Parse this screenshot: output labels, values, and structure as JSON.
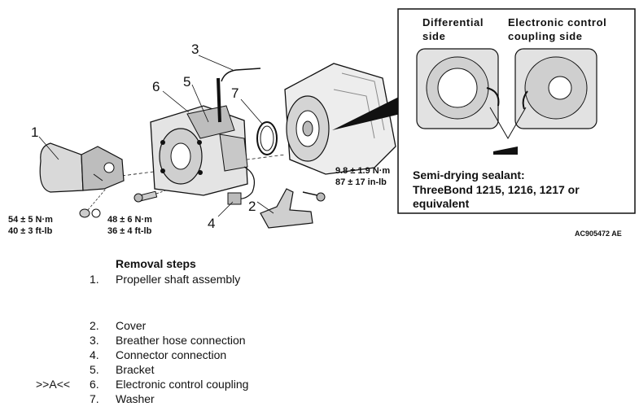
{
  "callouts": {
    "n1": "1",
    "n2": "2",
    "n3": "3",
    "n4": "4",
    "n5": "5",
    "n6": "6",
    "n7": "7"
  },
  "torques": {
    "t1_line1": "54 ± 5 N·m",
    "t1_line2": "40 ± 3 ft-lb",
    "t2_line1": "48 ± 6 N·m",
    "t2_line2": "36 ± 4 ft-lb",
    "t3_line1": "9.8 ± 1.9 N·m",
    "t3_line2": "87 ± 17 in-lb"
  },
  "inset": {
    "diff_line1": "Differential",
    "diff_line2": "side",
    "ecc_line1": "Electronic control",
    "ecc_line2": "coupling side",
    "sealant_line1": "Semi-drying sealant:",
    "sealant_line2": "ThreeBond 1215, 1216, 1217 or",
    "sealant_line3": "equivalent"
  },
  "figure_code": "AC905472 AE",
  "removal": {
    "title": "Removal steps",
    "steps": [
      {
        "mark": "",
        "index": "1.",
        "label": "Propeller shaft assembly"
      },
      {
        "mark": "",
        "index": "2.",
        "label": "Cover"
      },
      {
        "mark": "",
        "index": "3.",
        "label": "Breather hose connection"
      },
      {
        "mark": "",
        "index": "4.",
        "label": "Connector connection"
      },
      {
        "mark": "",
        "index": "5.",
        "label": "Bracket"
      },
      {
        "mark": ">>A<<",
        "index": "6.",
        "label": "Electronic control coupling"
      },
      {
        "mark": "",
        "index": "7.",
        "label": "Washer"
      }
    ]
  },
  "colors": {
    "line": "#111111",
    "shade": "#8a8a8a",
    "light": "#d6d6d6"
  }
}
